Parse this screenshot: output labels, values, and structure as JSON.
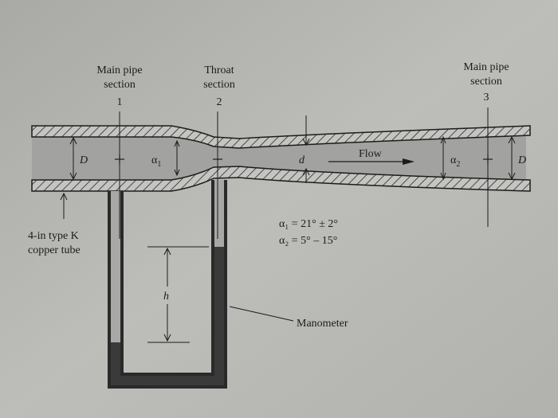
{
  "labels": {
    "section1": {
      "line1": "Main pipe",
      "line2": "section",
      "num": "1"
    },
    "section2": {
      "line1": "Throat",
      "line2": "section",
      "num": "2"
    },
    "section3": {
      "line1": "Main pipe",
      "line2": "section",
      "num": "3"
    },
    "diameter_left": "D",
    "diameter_right": "D",
    "throat_diameter": "d",
    "alpha1": "α",
    "alpha1_sub": "1",
    "alpha2": "α",
    "alpha2_sub": "2",
    "flow": "Flow",
    "tube_line1": "4-in type K",
    "tube_line2": "copper tube",
    "eq1": "α₁ = 21° ± 2°",
    "eq2": "α₂ = 5° – 15°",
    "height": "h",
    "manometer": "Manometer"
  },
  "colors": {
    "paper": "#b8b8b4",
    "pipe_fill": "#a2a2a0",
    "fluid": "#3a3a3a",
    "ink": "#1c1c1c"
  }
}
